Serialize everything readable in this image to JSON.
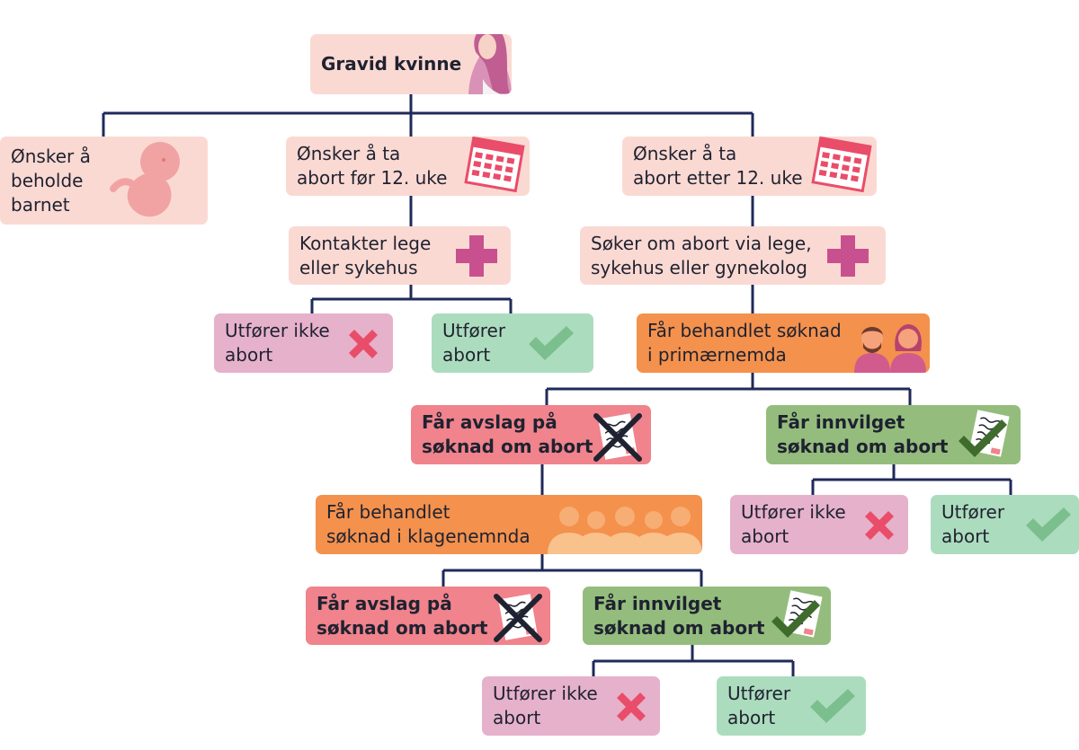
{
  "nodes": {
    "root": {
      "text": "Gravid kvinne"
    },
    "keep": {
      "line1": "Ønsker å",
      "line2": "beholde",
      "line3": "barnet"
    },
    "before12": {
      "line1": "Ønsker å ta",
      "line2": "abort før 12. uke"
    },
    "after12": {
      "line1": "Ønsker å ta",
      "line2": "abort etter 12. uke"
    },
    "contact": {
      "line1": "Kontakter lege",
      "line2": "eller sykehus"
    },
    "apply": {
      "line1": "Søker om abort via lege,",
      "line2": "sykehus eller gynekolog"
    },
    "noperform1": {
      "line1": "Utfører ikke",
      "line2": "abort"
    },
    "perform1": {
      "line1": "Utfører",
      "line2": "abort"
    },
    "primary": {
      "line1": "Får behandlet søknad",
      "line2": "i primærnemda"
    },
    "reject1": {
      "line1": "Får avslag på",
      "line2": "søknad om abort"
    },
    "grant1": {
      "line1": "Får innvilget",
      "line2": "søknad om abort"
    },
    "appeal": {
      "line1": "Får behandlet",
      "line2": "søknad i klagenemnda"
    },
    "noperform2": {
      "line1": "Utfører ikke",
      "line2": "abort"
    },
    "perform2": {
      "line1": "Utfører",
      "line2": "abort"
    },
    "reject2": {
      "line1": "Får avslag på",
      "line2": "søknad om abort"
    },
    "grant2": {
      "line1": "Får innvilget",
      "line2": "søknad om abort"
    },
    "noperform3": {
      "line1": "Utfører ikke",
      "line2": "abort"
    },
    "perform3": {
      "line1": "Utfører",
      "line2": "abort"
    }
  },
  "icons": {
    "woman": "woman-portrait-icon",
    "fetus": "fetus-icon",
    "calendar": "calendar-icon",
    "cross": "medical-cross-icon",
    "x": "x-mark-icon",
    "check": "check-mark-icon",
    "committee_primary": "two-people-icon",
    "committee_appeal": "five-people-icon",
    "rejected_doc": "rejected-document-icon",
    "approved_doc": "approved-document-icon"
  },
  "colors": {
    "line": "#1f2a5a",
    "peach": "#fbd9d3",
    "pink": "#e6b1cb",
    "mint": "#acdcbe",
    "orange": "#f4914d",
    "red": "#f0838c",
    "green": "#94bd7d",
    "magenta": "#c9508f",
    "x_red": "#e94d69",
    "check_green": "#7cbf8f",
    "dark_green": "#3f6b2c"
  }
}
